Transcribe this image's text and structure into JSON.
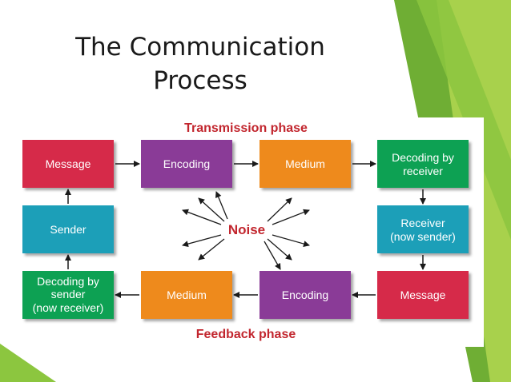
{
  "slide": {
    "title_line1": "The Communication",
    "title_line2": "Process"
  },
  "diagram": {
    "transmission_label": "Transmission phase",
    "feedback_label": "Feedback phase",
    "noise_label": "Noise",
    "boxes": {
      "message_top": {
        "lines": [
          "Message"
        ],
        "color": "#d62a4a"
      },
      "encoding_top": {
        "lines": [
          "Encoding"
        ],
        "color": "#8a3a97"
      },
      "medium_top": {
        "lines": [
          "Medium"
        ],
        "color": "#ee8a1f"
      },
      "decoding_receiver": {
        "lines": [
          "Decoding by",
          "receiver"
        ],
        "color": "#10a152"
      },
      "sender": {
        "lines": [
          "Sender"
        ],
        "color": "#1e9fb8"
      },
      "receiver": {
        "lines": [
          "Receiver",
          "(now sender)"
        ],
        "color": "#1e9fb8"
      },
      "decoding_sender": {
        "lines": [
          "Decoding by",
          "sender",
          "(now receiver)"
        ],
        "color": "#10a152"
      },
      "medium_bottom": {
        "lines": [
          "Medium"
        ],
        "color": "#ee8a1f"
      },
      "encoding_bottom": {
        "lines": [
          "Encoding"
        ],
        "color": "#8a3a97"
      },
      "message_bottom": {
        "lines": [
          "Message"
        ],
        "color": "#d62a4a"
      }
    }
  },
  "colors": {
    "accent_green": "#8cc63f",
    "accent_dark_green": "#4f8f2a",
    "phase_red": "#c2262e"
  }
}
